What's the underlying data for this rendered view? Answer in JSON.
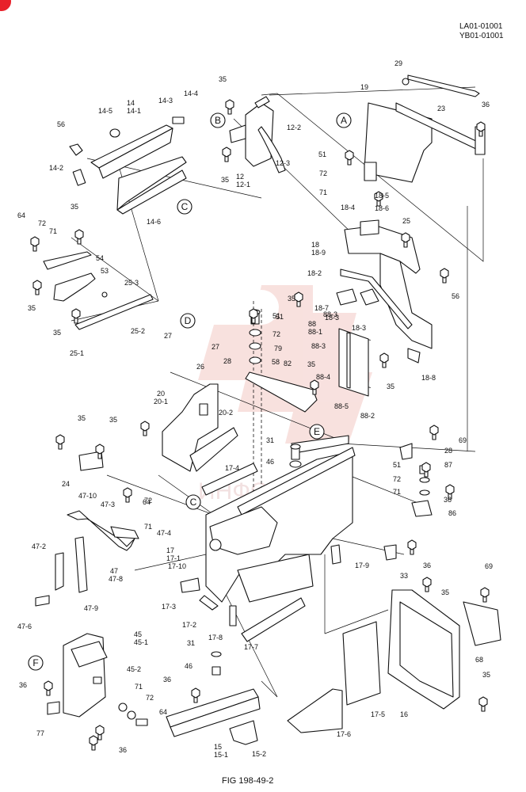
{
  "document_codes": [
    "LA01-01001",
    "YB01-01001"
  ],
  "figure_caption": "FIG 198-49-2",
  "reference_markers": [
    "A",
    "B",
    "C",
    "D",
    "E",
    "F"
  ],
  "part_labels": [
    "14",
    "14-1",
    "14-2",
    "14-3",
    "14-4",
    "14-5",
    "14-6",
    "12",
    "12-1",
    "12-2",
    "12-3",
    "15",
    "15-1",
    "15-2",
    "16",
    "17",
    "17-1",
    "17-2",
    "17-3",
    "17-4",
    "17-5",
    "17-6",
    "17-7",
    "17-8",
    "17-9",
    "17-10",
    "18",
    "18-2",
    "18-3",
    "18-4",
    "18-5",
    "18-6",
    "18-7",
    "18-8",
    "18-9",
    "19",
    "20",
    "20-1",
    "20-2",
    "23",
    "24",
    "25",
    "25-1",
    "25-2",
    "25-3",
    "26",
    "27",
    "28",
    "29",
    "31",
    "33",
    "35",
    "36",
    "45",
    "45-1",
    "45-2",
    "46",
    "47",
    "47-2",
    "47-3",
    "47-4",
    "47-6",
    "47-8",
    "47-9",
    "47-10",
    "51",
    "53",
    "54",
    "56",
    "58",
    "64",
    "68",
    "69",
    "71",
    "72",
    "77",
    "79",
    "82",
    "86",
    "87",
    "88",
    "88-1",
    "88-2",
    "88-3",
    "88-4",
    "88-5"
  ],
  "colors": {
    "line": "#111111",
    "watermark": "#f3c9c4",
    "corner_mark": "#e8202a"
  }
}
